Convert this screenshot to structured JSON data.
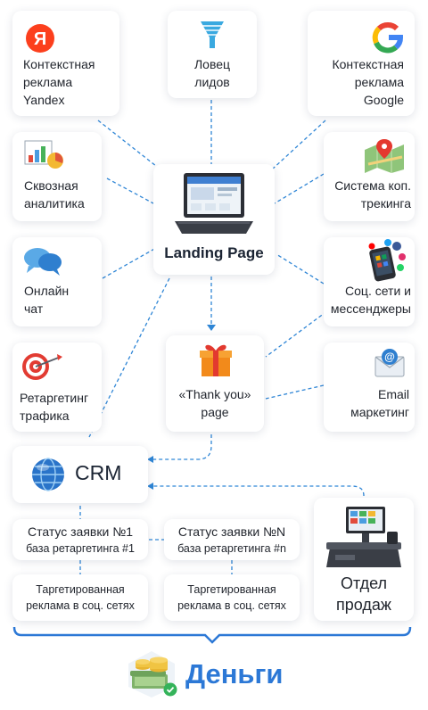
{
  "nodes": {
    "yandex": {
      "line1": "Контекстная",
      "line2": "реклама",
      "line3": "Yandex"
    },
    "lead_catcher": {
      "line1": "Ловец",
      "line2": "лидов"
    },
    "google": {
      "line1": "Контекстная",
      "line2": "реклама",
      "line3": "Google"
    },
    "analytics": {
      "line1": "Сквозная",
      "line2": "аналитика"
    },
    "call_tracking": {
      "line1": "Система коп.",
      "line2": "трекинга"
    },
    "landing": {
      "label": "Landing Page"
    },
    "chat": {
      "line1": "Онлайн",
      "line2": "чат"
    },
    "social": {
      "line1": "Соц. сети и",
      "line2": "мессенджеры"
    },
    "retargeting": {
      "line1": "Ретаргетинг",
      "line2": "трафика"
    },
    "thank_you": {
      "line1": "«Thank you»",
      "line2": "page"
    },
    "email": {
      "line1": "Email",
      "line2": "маркетинг"
    },
    "crm": {
      "label": "CRM"
    },
    "status1": {
      "line1": "Статус заявки №1",
      "line2": "база ретаргетинга #1"
    },
    "statusN": {
      "line1": "Статус заявки №N",
      "line2": "база ретаргетинга #n"
    },
    "targeted1": {
      "line1": "Таргетированная",
      "line2": "реклама в соц. сетях"
    },
    "targeted2": {
      "line1": "Таргетированная",
      "line2": "реклама в соц. сетях"
    },
    "sales": {
      "line1": "Отдел",
      "line2": "продаж"
    },
    "money": {
      "label": "Деньги"
    }
  },
  "colors": {
    "connector": "#2f86d6",
    "accent_blue": "#2c78d6",
    "yandex_red": "#fc3f1d",
    "funnel_blue": "#3aa9e0",
    "check_green": "#34b35a"
  },
  "icons": [
    "yandex-logo-icon",
    "funnel-icon",
    "google-logo-icon",
    "analytics-chart-icon",
    "map-pin-icon",
    "laptop-icon",
    "chat-bubbles-icon",
    "smartphone-apps-icon",
    "target-icon",
    "gift-box-icon",
    "email-envelope-icon",
    "globe-icon",
    "cash-register-icon",
    "money-stack-icon",
    "check-icon"
  ]
}
